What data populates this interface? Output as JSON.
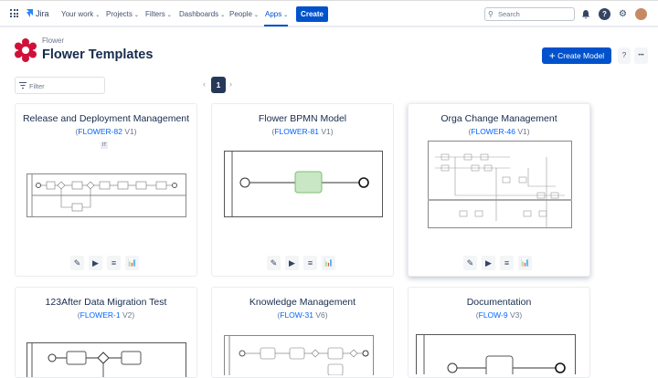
{
  "nav": {
    "product": "Jira",
    "items": [
      {
        "label": "Your work"
      },
      {
        "label": "Projects"
      },
      {
        "label": "Filters"
      },
      {
        "label": "Dashboards"
      },
      {
        "label": "People"
      },
      {
        "label": "Apps",
        "active": true
      }
    ],
    "create_label": "Create",
    "search_placeholder": "Search"
  },
  "header": {
    "breadcrumb": "Flower",
    "title": "Flower Templates",
    "create_model_label": "Create Model",
    "help_label": "?",
    "more_label": "•••"
  },
  "filter": {
    "placeholder": "Filter"
  },
  "pagination": {
    "current": "1"
  },
  "colors": {
    "brand": "#0052cc",
    "logo": "#d0103a",
    "link": "#0065ff"
  },
  "cards": [
    {
      "title": "Release and Deployment Management",
      "key": "FLOWER-82",
      "version": "V1",
      "tag": "IT"
    },
    {
      "title": "Flower BPMN Model",
      "key": "FLOWER-81",
      "version": "V1"
    },
    {
      "title": "Orga Change Management",
      "key": "FLOWER-46",
      "version": "V1"
    },
    {
      "title": "123After Data Migration Test",
      "key": "FLOWER-1",
      "version": "V2"
    },
    {
      "title": "Knowledge Management",
      "key": "FLOW-31",
      "version": "V6"
    },
    {
      "title": "Documentation",
      "key": "FLOW-9",
      "version": "V3"
    }
  ],
  "card_actions": [
    {
      "icon": "pencil-icon",
      "glyph": "✎"
    },
    {
      "icon": "play-icon",
      "glyph": "▶"
    },
    {
      "icon": "list-icon",
      "glyph": "≡"
    },
    {
      "icon": "chart-icon",
      "glyph": "📊"
    }
  ]
}
